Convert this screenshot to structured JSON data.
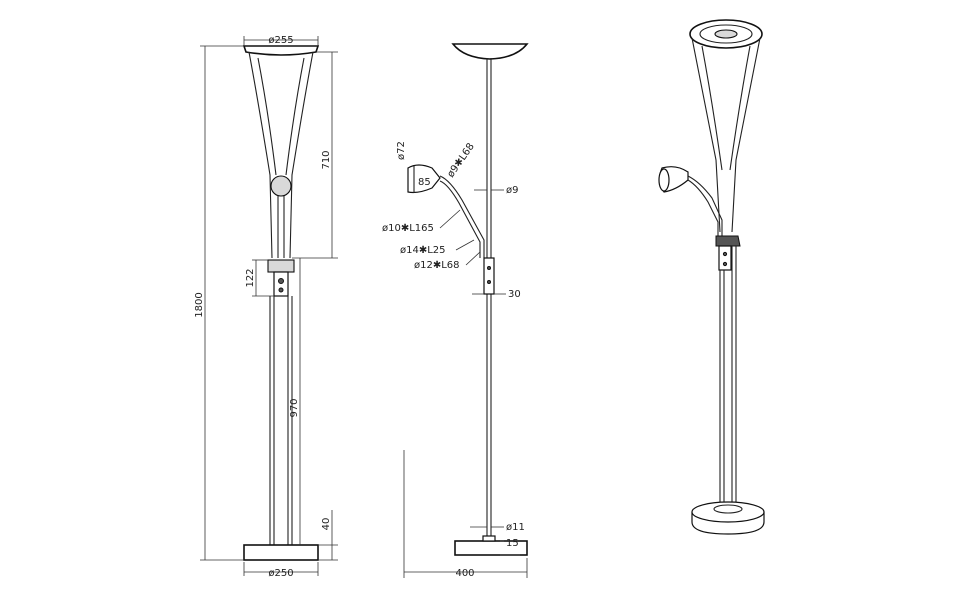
{
  "dimensions": {
    "shade_diameter": "ø255",
    "base_diameter": "ø250",
    "total_height": "1800",
    "upper_height": "710",
    "switch_height": "122",
    "pole_height": "970",
    "base_height": "40",
    "reading_head_diameter": "ø72",
    "reading_head_depth": "85",
    "neck_upper": "ø9✱L68",
    "pole_thickness": "ø9",
    "arm": "ø10✱L165",
    "arm_joint": "ø14✱L25",
    "arm_lower": "ø12✱L68",
    "switch_width": "30",
    "pole_bottom_diameter": "ø11",
    "base_plate_height": "15",
    "overall_width": "400"
  },
  "colors": {
    "line": "#222222",
    "background": "#ffffff"
  },
  "views": [
    "front-view",
    "side-view",
    "perspective-view"
  ]
}
